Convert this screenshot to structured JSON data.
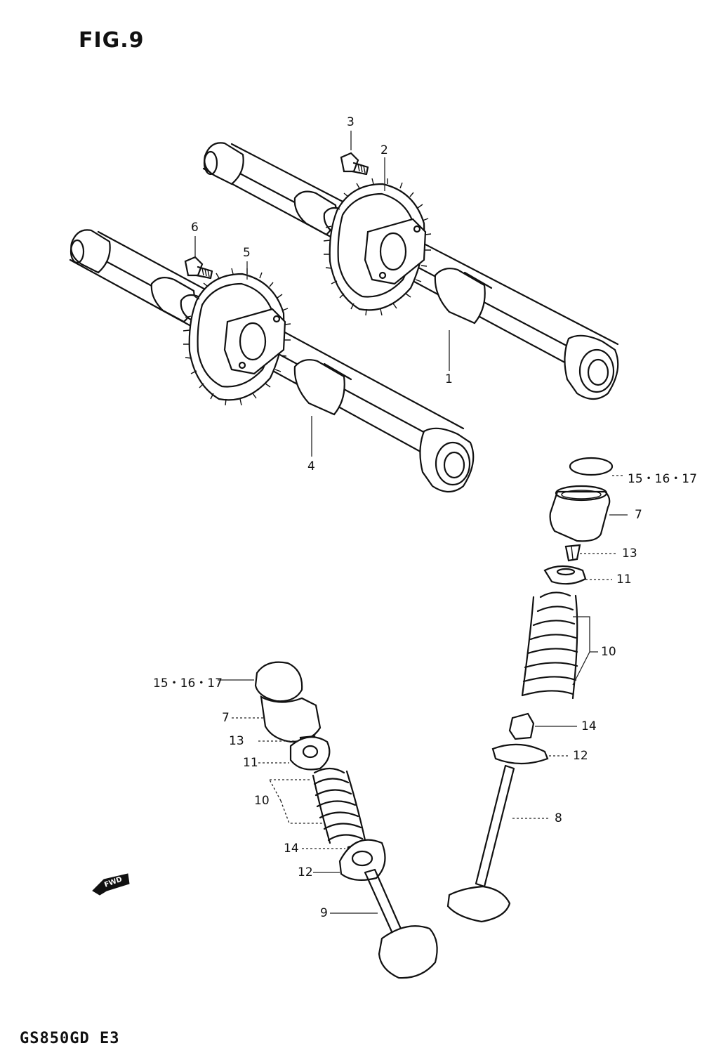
{
  "figure": {
    "title": "FIG.9",
    "model_code": "GS850GD E3",
    "fwd_label": "FWD"
  },
  "callouts": [
    {
      "id": "c1",
      "text": "1"
    },
    {
      "id": "c2",
      "text": "2"
    },
    {
      "id": "c3",
      "text": "3"
    },
    {
      "id": "c4",
      "text": "4"
    },
    {
      "id": "c5",
      "text": "5"
    },
    {
      "id": "c6",
      "text": "6"
    },
    {
      "id": "c7a",
      "text": "7"
    },
    {
      "id": "c8",
      "text": "8"
    },
    {
      "id": "c9",
      "text": "9"
    },
    {
      "id": "c10a",
      "text": "10"
    },
    {
      "id": "c11a",
      "text": "11"
    },
    {
      "id": "c12a",
      "text": "12"
    },
    {
      "id": "c13a",
      "text": "13"
    },
    {
      "id": "c14a",
      "text": "14"
    },
    {
      "id": "c151617a",
      "text": "15・16・17"
    },
    {
      "id": "c7b",
      "text": "7"
    },
    {
      "id": "c10b",
      "text": "10"
    },
    {
      "id": "c11b",
      "text": "11"
    },
    {
      "id": "c12b",
      "text": "12"
    },
    {
      "id": "c13b",
      "text": "13"
    },
    {
      "id": "c14b",
      "text": "14"
    },
    {
      "id": "c151617b",
      "text": "15・16・17"
    }
  ]
}
